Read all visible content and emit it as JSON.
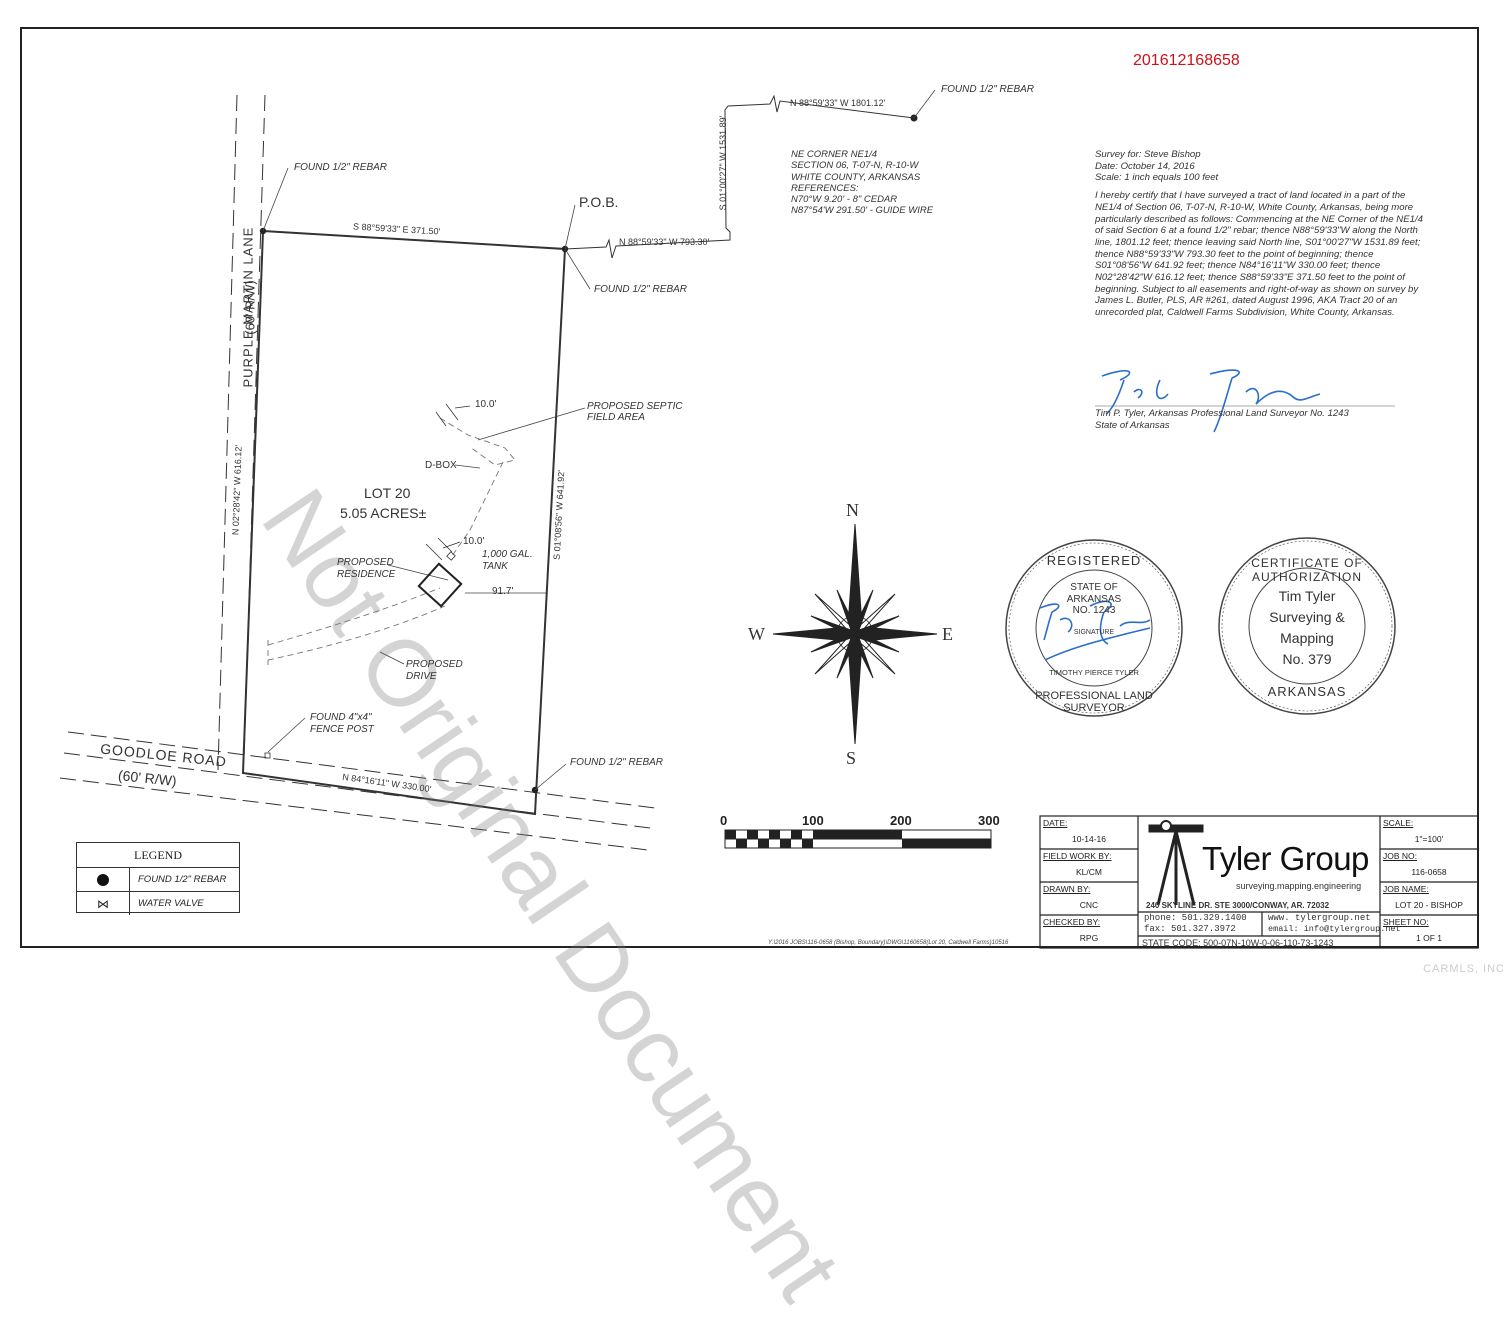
{
  "doc_number": "201612168658",
  "roads": {
    "purple_martin": "PURPLE MARTIN LANE",
    "purple_martin_rw": "(60' R/W)",
    "goodloe": "GOODLOE ROAD",
    "goodloe_rw": "(60' R/W)"
  },
  "bearings": {
    "north_line": "S 88°59'33\" E   371.50'",
    "west_line": "N 02°28'42\" W   616.12'",
    "east_line": "S 01°08'56\" W   641.92'",
    "south_line": "N 84°16'11\" W   330.00'",
    "tie_top": "N 88°59'33\" W   1801.12'",
    "tie_vertical": "S 01°00'27\" W   1531.89'",
    "tie_pob": "N 88°59'33\" W   793.30'"
  },
  "labels": {
    "found_rebar": "FOUND 1/2\" REBAR",
    "pob": "P.O.B.",
    "septic_1": "PROPOSED SEPTIC",
    "septic_2": "FIELD AREA",
    "dbox": "D-BOX",
    "dim_10_a": "10.0'",
    "dim_10_b": "10.0'",
    "tank_1": "1,000 GAL.",
    "tank_2": "TANK",
    "residence_1": "PROPOSED",
    "residence_2": "RESIDENCE",
    "dim_917": "91.7'",
    "drive_1": "PROPOSED",
    "drive_2": "DRIVE",
    "fence_1": "FOUND 4\"x4\"",
    "fence_2": "FENCE POST",
    "lot": "LOT 20",
    "acres": "5.05 ACRES±"
  },
  "ne_corner": [
    "NE CORNER NE1/4",
    "SECTION 06, T-07-N, R-10-W",
    "WHITE COUNTY, ARKANSAS",
    "REFERENCES:",
    "N70°W 9.20' - 8\" CEDAR",
    "N87°54'W 291.50' - GUIDE WIRE"
  ],
  "survey": {
    "for": "Survey for: Steve Bishop",
    "date": "Date: October 14, 2016",
    "scale": "Scale: 1 inch equals 100 feet",
    "certification": "I hereby certify that I have surveyed a tract of land located in a part of the NE1/4 of Section 06, T-07-N, R-10-W, White County, Arkansas, being more particularly described as follows: Commencing at the NE Corner of the NE1/4 of said Section 6 at a found 1/2\" rebar; thence N88°59'33\"W along the North line, 1801.12 feet; thence leaving said North line, S01°00'27\"W 1531.89 feet; thence N88°59'33\"W 793.30 feet to the point of beginning; thence S01°08'56\"W 641.92 feet; thence N84°16'11\"W 330.00 feet; thence N02°28'42\"W 616.12 feet; thence S88°59'33\"E 371.50 feet to the point of beginning. Subject to all easements and right-of-way as shown on survey by James L. Butler, PLS, AR #261, dated August 1996, AKA Tract 20 of an unrecorded plat, Caldwell Farms Subdivision, White County, Arkansas.",
    "surveyor": "Tim P. Tyler, Arkansas Professional Land Surveyor No. 1243",
    "state": "State of Arkansas"
  },
  "compass": {
    "n": "N",
    "s": "S",
    "e": "E",
    "w": "W"
  },
  "scale_bar": {
    "t0": "0",
    "t1": "100",
    "t2": "200",
    "t3": "300"
  },
  "seal_1": {
    "top": "REGISTERED",
    "bottom": "PROFESSIONAL LAND SURVEYOR",
    "l1": "STATE OF",
    "l2": "ARKANSAS",
    "l3": "NO. 1243",
    "l4": "SIGNATURE",
    "name": "TIMOTHY PIERCE TYLER"
  },
  "seal_2": {
    "top": "CERTIFICATE OF AUTHORIZATION",
    "bottom": "ARKANSAS",
    "l1": "Tim Tyler",
    "l2": "Surveying &",
    "l3": "Mapping",
    "l4": "No. 379"
  },
  "legend": {
    "title": "LEGEND",
    "items": [
      "FOUND 1/2\" REBAR",
      "WATER VALVE"
    ]
  },
  "title_block": {
    "date_k": "DATE:",
    "date_v": "10-14-16",
    "field_k": "FIELD WORK BY:",
    "field_v": "KL/CM",
    "drawn_k": "DRAWN BY:",
    "drawn_v": "CNC",
    "checked_k": "CHECKED BY:",
    "checked_v": "RPG",
    "company": "Tyler Group",
    "tagline": "surveying.mapping.engineering",
    "address": "240 SKYLINE DR. STE 3000/CONWAY, AR. 72032",
    "phone": "phone: 501.329.1400",
    "fax": "fax: 501.327.3972",
    "web": "www. tylergroup.net",
    "email": "email: info@tylergroup.net",
    "state_code": "STATE CODE:   500-07N-10W-0-06-110-73-1243",
    "scale_k": "SCALE:",
    "scale_v": "1\"=100'",
    "job_k": "JOB NO:",
    "job_v": "116-0658",
    "jobname_k": "JOB NAME:",
    "jobname_v": "LOT 20 - BISHOP",
    "sheet_k": "SHEET NO:",
    "sheet_v": "1 OF 1"
  },
  "footer_path": "Y:\\2016 JOBS\\116-0658 (Bishop, Boundary)\\DWG\\1160658(Lot 20, Caldwell Farms)10516",
  "watermark": "Not Original Document",
  "corner_mark": "CARMLS, INC"
}
